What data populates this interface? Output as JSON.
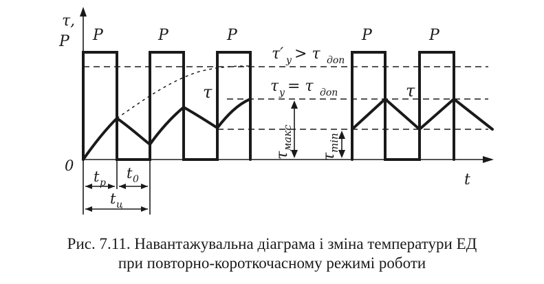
{
  "axes": {
    "y_label_top": "τ,",
    "y_label_bottom": "P",
    "x_label": "t",
    "origin": "0"
  },
  "load_label": "P",
  "temperature_label": "τ",
  "levels": {
    "upper_sub": "y",
    "upper_mid": "> τ",
    "upper_dop": "доп",
    "lower_base": "τ",
    "lower_sub": "y",
    "lower_mid": "= τ",
    "lower_dop": "доп",
    "max_base": "τ",
    "max_sub": "макс",
    "min_base": "τ",
    "min_sub": "mіn"
  },
  "intervals": {
    "work_base": "t",
    "work_sub": "p",
    "pause_base": "t",
    "pause_sub": "0",
    "cycle_base": "t",
    "cycle_sub": "ц"
  },
  "caption": {
    "line1": "Рис. 7.11. Навантажувальна діаграма і зміна температури ЕД",
    "line2": "при повторно-короткочасному режимі роботи"
  },
  "icons": [
    "arrow-up-icon",
    "arrow-right-icon"
  ]
}
